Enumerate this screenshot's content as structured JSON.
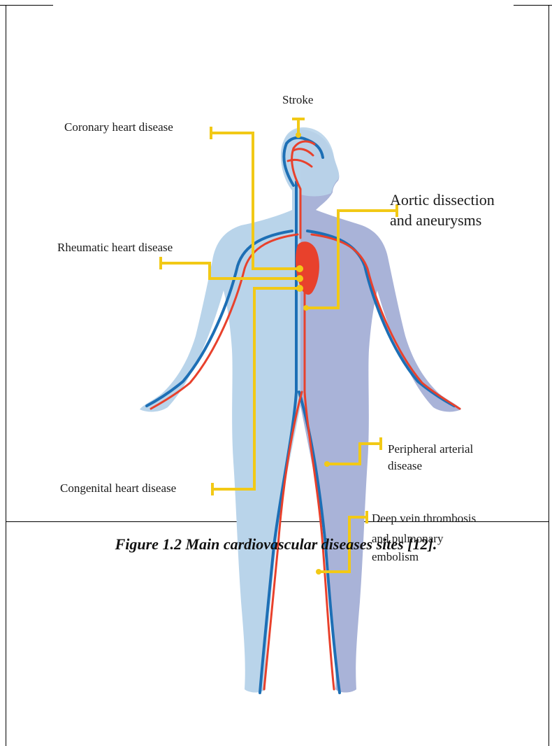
{
  "labels": {
    "stroke": "Stroke",
    "coronary": "Coronary heart disease",
    "aortic_line1": "Aortic dissection",
    "aortic_line2": "and aneurysms",
    "rheumatic": "Rheumatic heart disease",
    "peripheral_line1": "Peripheral arterial",
    "peripheral_line2": "disease",
    "congenital": "Congenital heart disease",
    "dvt_line1": "Deep vein thrombosis",
    "dvt_line2": "and pulmonary",
    "dvt_line3": "embolism"
  },
  "caption": "Figure 1.2 Main cardiovascular diseases sites [12].",
  "colors": {
    "leader_line": "#f2c916",
    "artery": "#e8412c",
    "vein": "#1d6fb5",
    "body_left": "#b9d4ea",
    "body_right": "#a9b3d8",
    "heart": "#e8412c"
  }
}
